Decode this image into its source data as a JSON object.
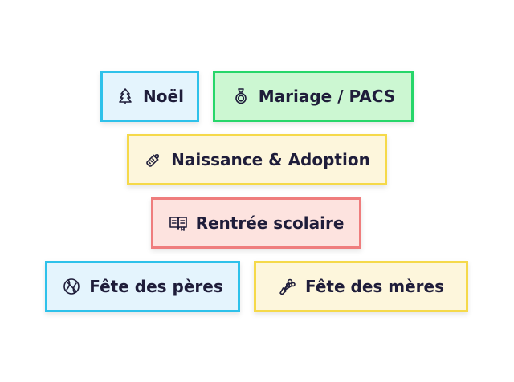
{
  "colors": {
    "text": "#1f1d3a",
    "blue_bg": "#e4f4fd",
    "blue_border": "#2ec1ea",
    "green_bg": "#ccf7d2",
    "green_border": "#27d66a",
    "yellow_bg": "#fdf6dc",
    "yellow_border": "#f5d94a",
    "red_bg": "#fde3df",
    "red_border": "#ef7d7d"
  },
  "tags": [
    {
      "label": "Noël",
      "icon": "tree-icon"
    },
    {
      "label": "Mariage / PACS",
      "icon": "ring-icon"
    },
    {
      "label": "Naissance & Adoption",
      "icon": "baby-bottle-icon"
    },
    {
      "label": "Rentrée scolaire",
      "icon": "open-book-icon"
    },
    {
      "label": "Fête des pères",
      "icon": "ball-icon"
    },
    {
      "label": "Fête des mères",
      "icon": "flower-bouquet-icon"
    }
  ]
}
